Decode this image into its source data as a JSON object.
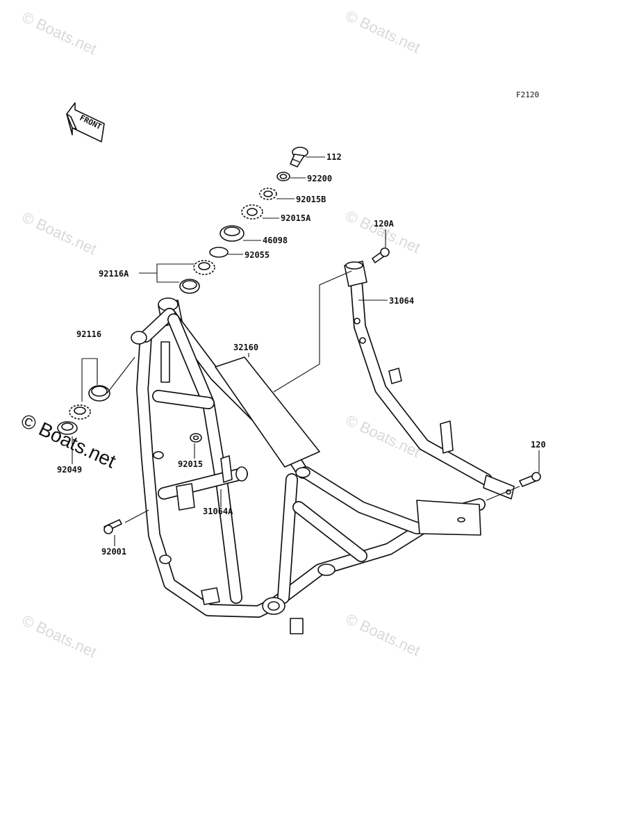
{
  "diagram_code": "F2120",
  "front_arrow_label": "FRONT",
  "watermark_text": "© Boats.net",
  "parts": {
    "p112": "112",
    "p92200": "92200",
    "p92015B": "92015B",
    "p92015A": "92015A",
    "p46098": "46098",
    "p92055": "92055",
    "p92116A": "92116A",
    "p120A": "120A",
    "p31064": "31064",
    "p32160": "32160",
    "p92116": "92116",
    "p92049": "92049",
    "p92015": "92015",
    "p31064A": "31064A",
    "p92001": "92001",
    "p120": "120"
  }
}
